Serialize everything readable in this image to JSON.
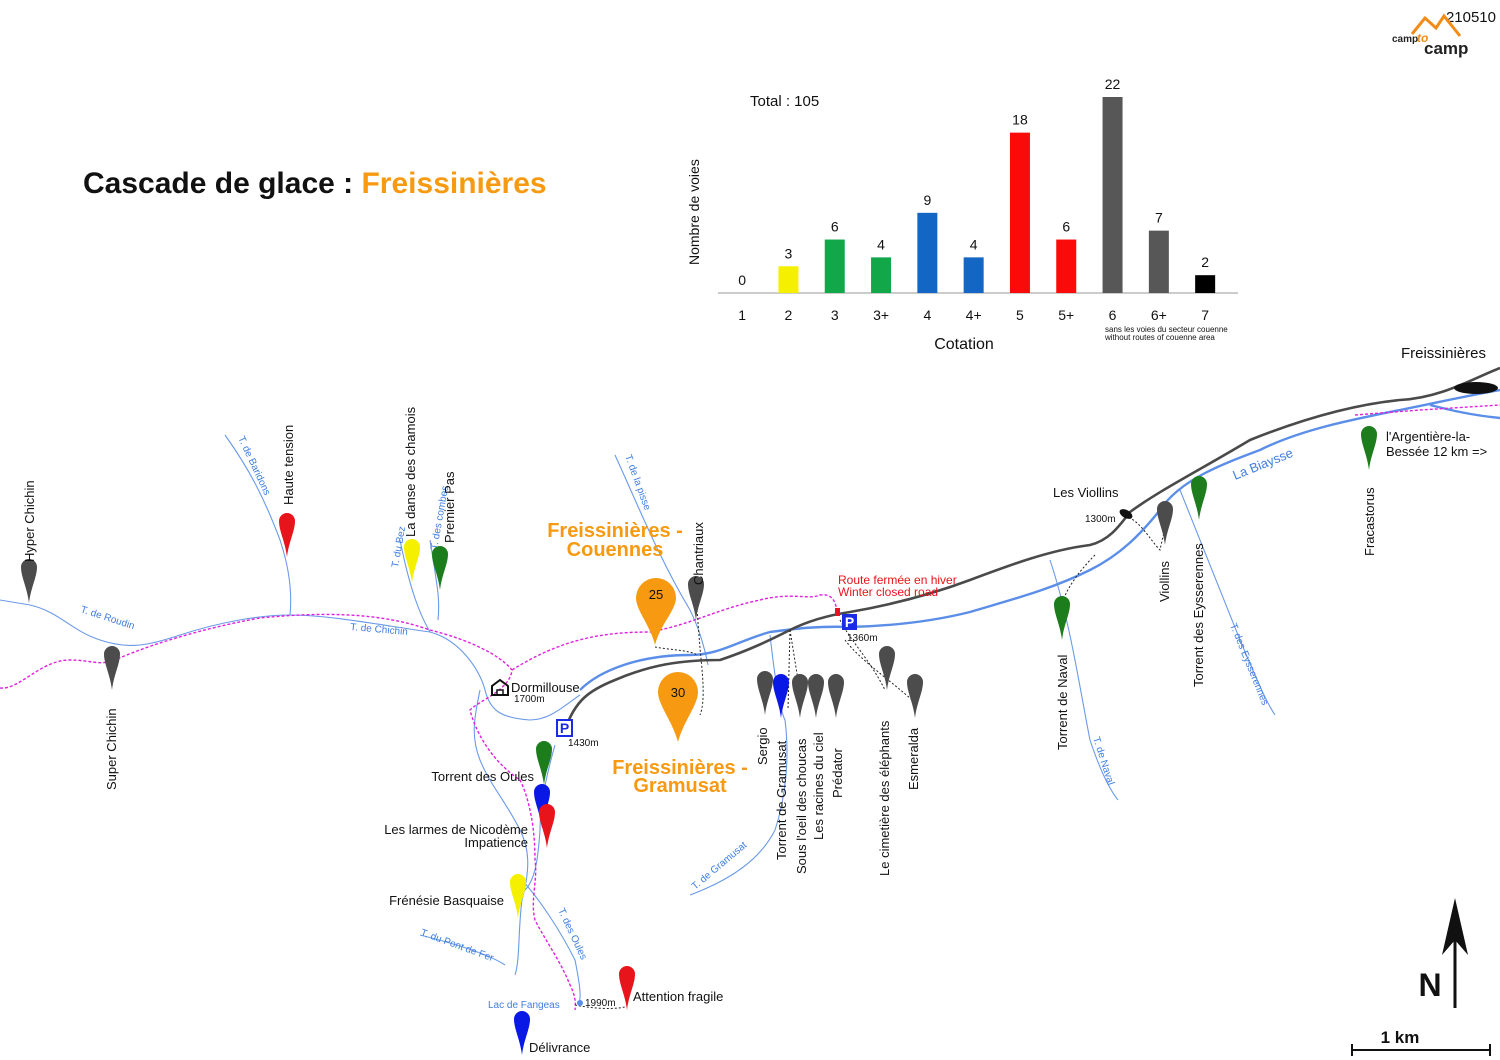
{
  "code": "210510",
  "logo": {
    "text": "camptocamp",
    "colors": {
      "orange": "#f28c16",
      "dark": "#222222"
    }
  },
  "title": {
    "prefix": "Cascade de glace :",
    "place": "Freissinières"
  },
  "colors": {
    "orange": "#f79a12",
    "river": "#5b8ee8",
    "stream": "#6a9ae8",
    "road": "#4a4a4a",
    "trail": "#e020e0",
    "red": "#e8141b",
    "green": "#1d7d1d",
    "blue": "#0a18e6",
    "yellow": "#f4f000",
    "grey": "#4c4c4c"
  },
  "chart_data": {
    "type": "bar",
    "total_label": "Total : 105",
    "ylabel": "Nombre de voies",
    "xlabel": "Cotation",
    "categories": [
      "1",
      "2",
      "3",
      "3+",
      "4",
      "4+",
      "5",
      "5+",
      "6",
      "6+",
      "7"
    ],
    "values": [
      0,
      3,
      6,
      4,
      9,
      4,
      18,
      6,
      22,
      7,
      2
    ],
    "bar_colors": [
      "#f4f000",
      "#f4f000",
      "#12a84a",
      "#12a84a",
      "#1366c4",
      "#1366c4",
      "#fb0a0a",
      "#fb0a0a",
      "#575757",
      "#575757",
      "#000000"
    ],
    "ylim": [
      0,
      22
    ],
    "note_fr": "sans les voies du secteur couenne",
    "note_en": "without routes of couenne area"
  },
  "places": {
    "freissinieres": "Freissinières",
    "les_viollins": "Les Viollins",
    "dormillouse": "Dormillouse",
    "argentiere_1": "l'Argentière-la-",
    "argentiere_2": "Bessée 12 km =>",
    "lac": "Lac de Fangeas"
  },
  "altitudes": {
    "viollins": "1300m",
    "dormillouse": "1700m",
    "p1430": "1430m",
    "p1360": "1360m",
    "lac": "1990m"
  },
  "parking": "P",
  "road_notice": {
    "fr": "Route fermée en hiver",
    "en": "Winter closed road"
  },
  "river_name": "La Biaysse",
  "streams": {
    "roudin": "T. de Roudin",
    "chichin": "T. de Chichin",
    "baridons": "T. de Baridons",
    "bez": "T. du Bez",
    "combes": "T. des combes",
    "pisse": "T. de la pisse",
    "gramusat": "T. de Gramusat",
    "pont_fer": "T. du Pont de Fer",
    "oules": "T. des Oules",
    "naval": "T. de Naval",
    "eysserennes": "T. des Eysserennes"
  },
  "sectors": {
    "couennes_1": "Freissinières -",
    "couennes_2": "Couennes",
    "couennes_count": "25",
    "gramusat_1": "Freissinières -",
    "gramusat_2": "Gramusat",
    "gramusat_count": "30"
  },
  "routes": {
    "hyper_chichin": "Hyper Chichin",
    "super_chichin": "Super Chichin",
    "haute_tension": "Haute tension",
    "danse_chamois": "La danse des chamois",
    "premier_pas": "Premier Pas",
    "chantriaux": "Chantriaux",
    "torrent_oules": "Torrent des Oules",
    "larmes": "Les larmes de Nicodème",
    "impatience": "Impatience",
    "frenesie": "Frénésie Basquaise",
    "attention": "Attention fragile",
    "delivrance": "Délivrance",
    "sergio": "Sergio",
    "torrent_gramusat": "Torrent de Gramusat",
    "oeil_choucas": "Sous l'oeil des choucas",
    "racines": "Les racines du ciel",
    "predator": "Prédator",
    "cimetiere": "Le cimetière des éléphants",
    "esmeralda": "Esmeralda",
    "torrent_naval": "Torrent de Naval",
    "viollins": "Viollins",
    "torrent_eysserennes": "Torrent des Eysserennes",
    "fracastorus": "Fracastorus"
  },
  "compass": "N",
  "scale": "1 km"
}
